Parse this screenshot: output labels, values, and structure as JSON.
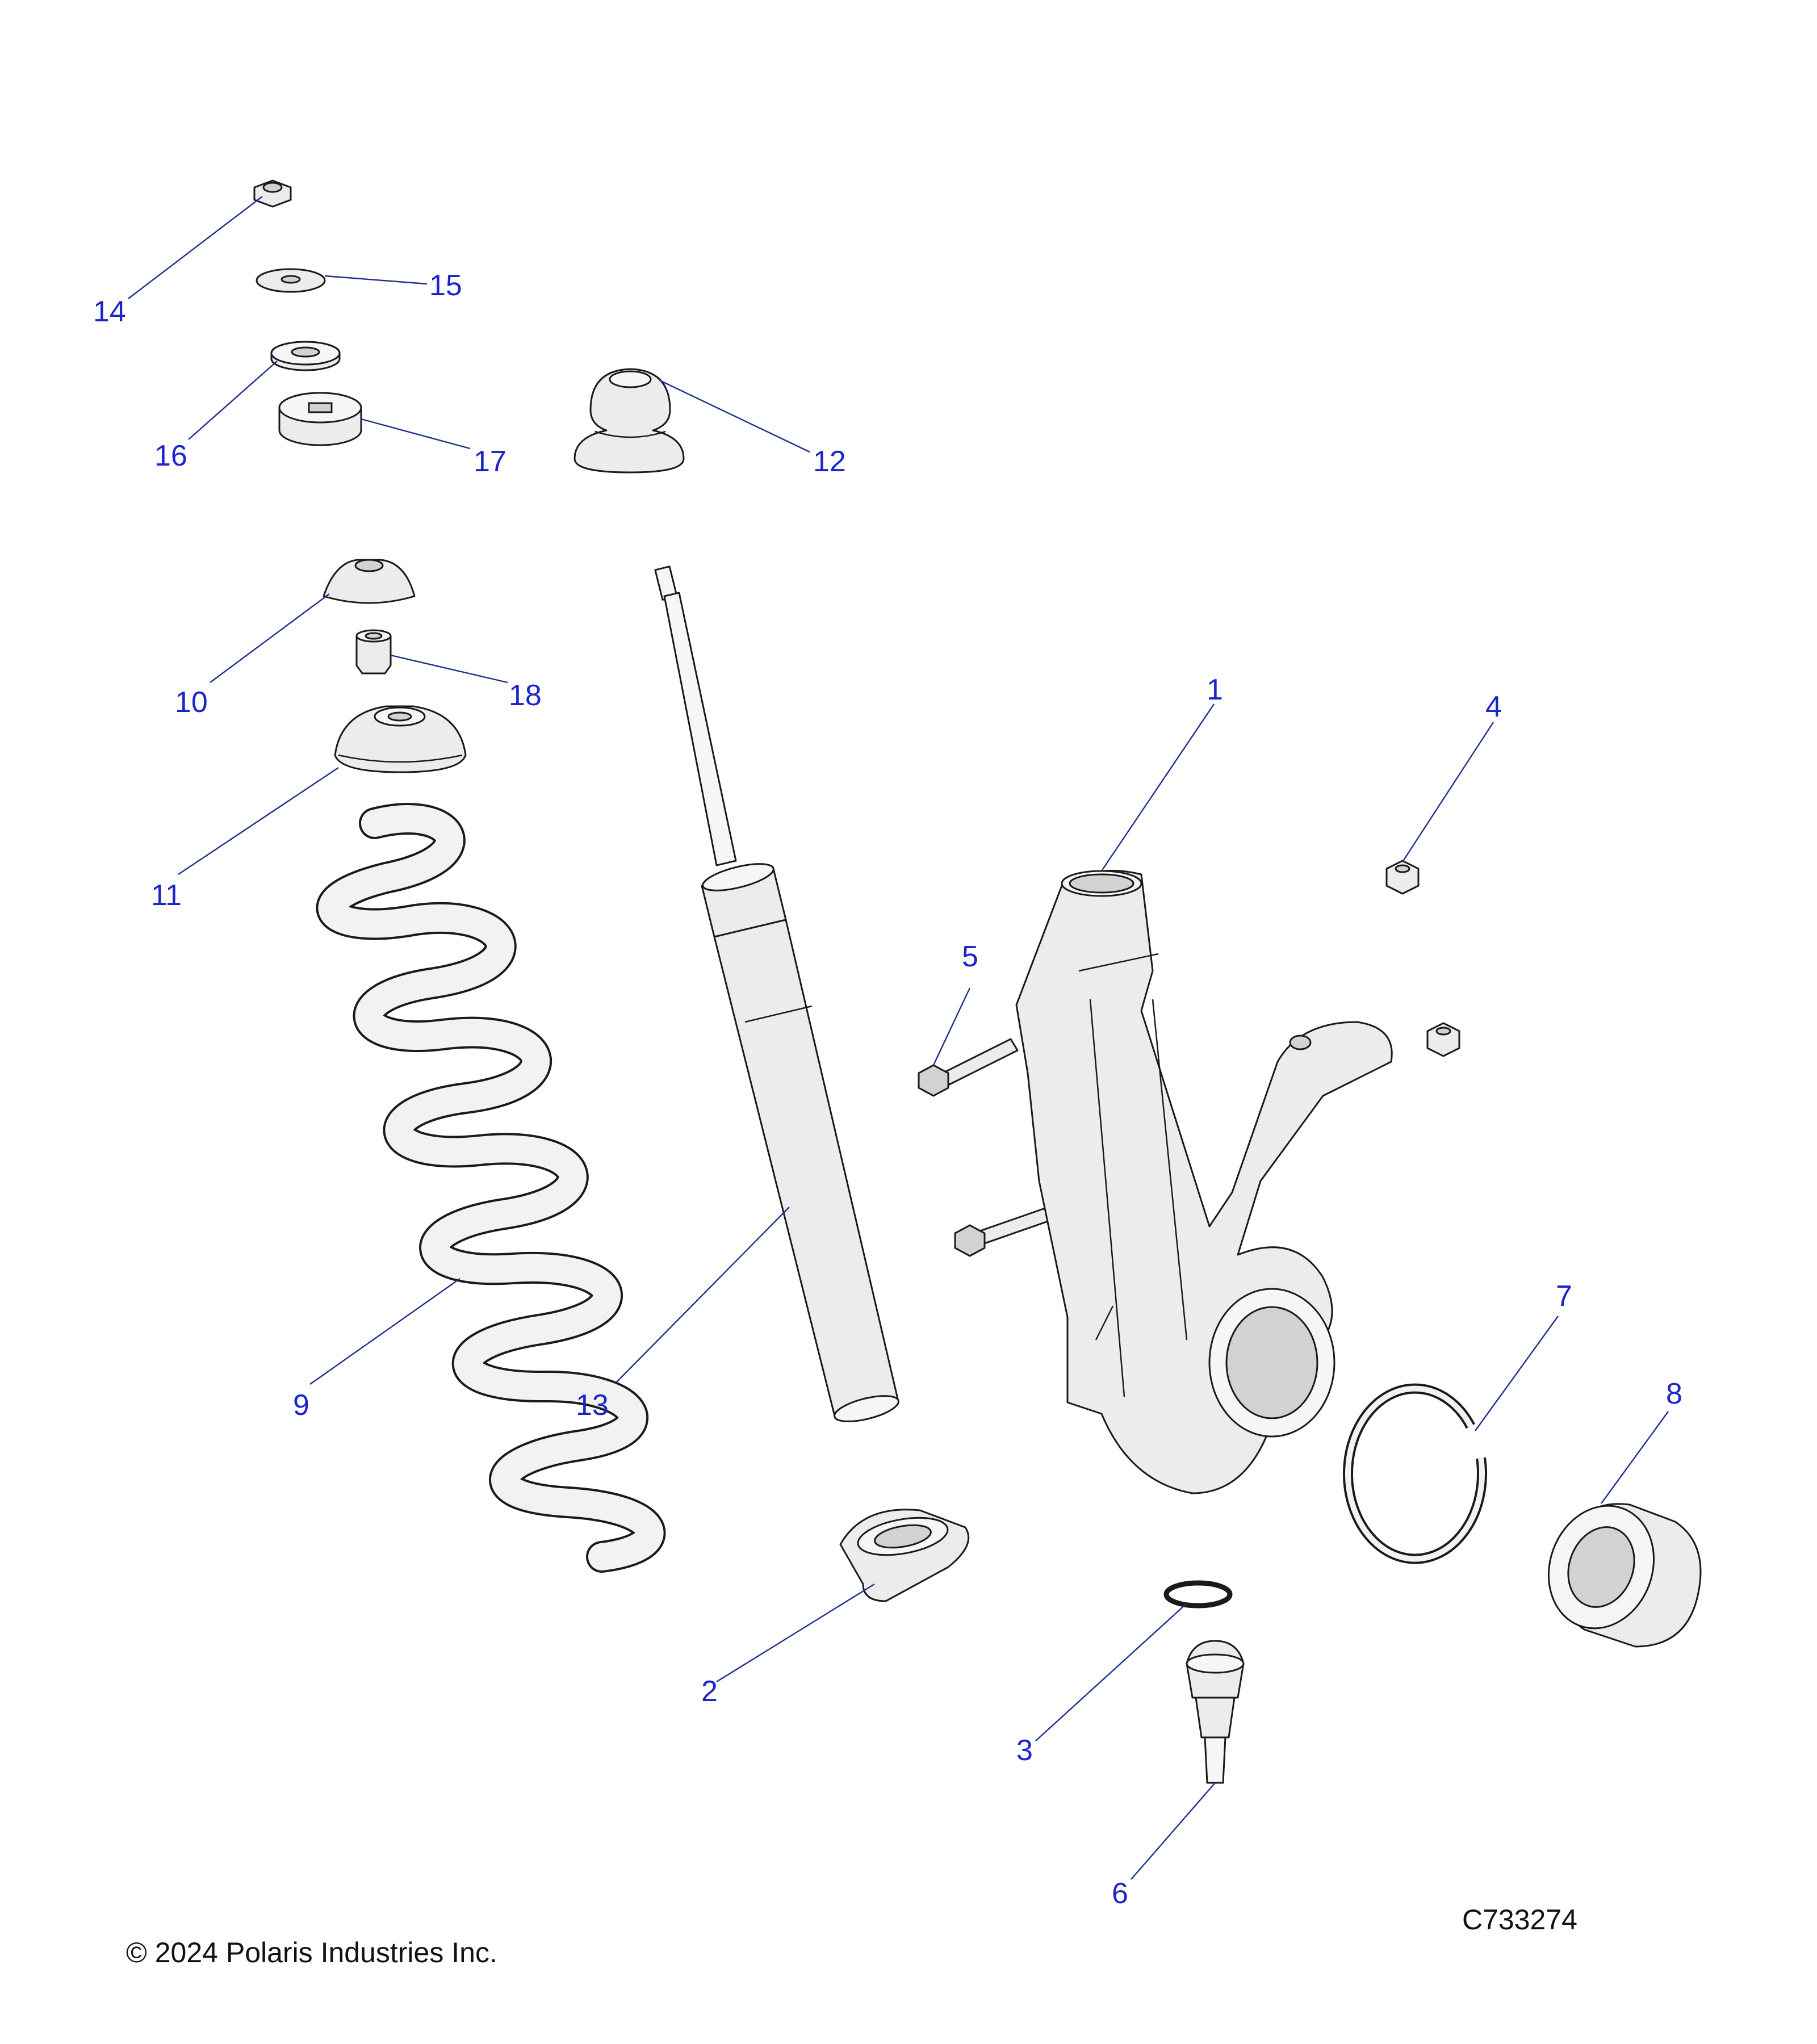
{
  "callouts": {
    "n1": "1",
    "n2": "2",
    "n3": "3",
    "n4": "4",
    "n5": "5",
    "n6": "6",
    "n7": "7",
    "n8": "8",
    "n9": "9",
    "n10": "10",
    "n11": "11",
    "n12": "12",
    "n13": "13",
    "n14": "14",
    "n15": "15",
    "n16": "16",
    "n17": "17",
    "n18": "18"
  },
  "footer": {
    "copyright": "© 2024 Polaris Industries Inc.",
    "drawing_number": "C733274"
  },
  "colors": {
    "callout_text": "#1b25c8",
    "leader_line": "#1d2f8a",
    "part_fill": "#ececec",
    "outline": "#1a1a1a"
  }
}
